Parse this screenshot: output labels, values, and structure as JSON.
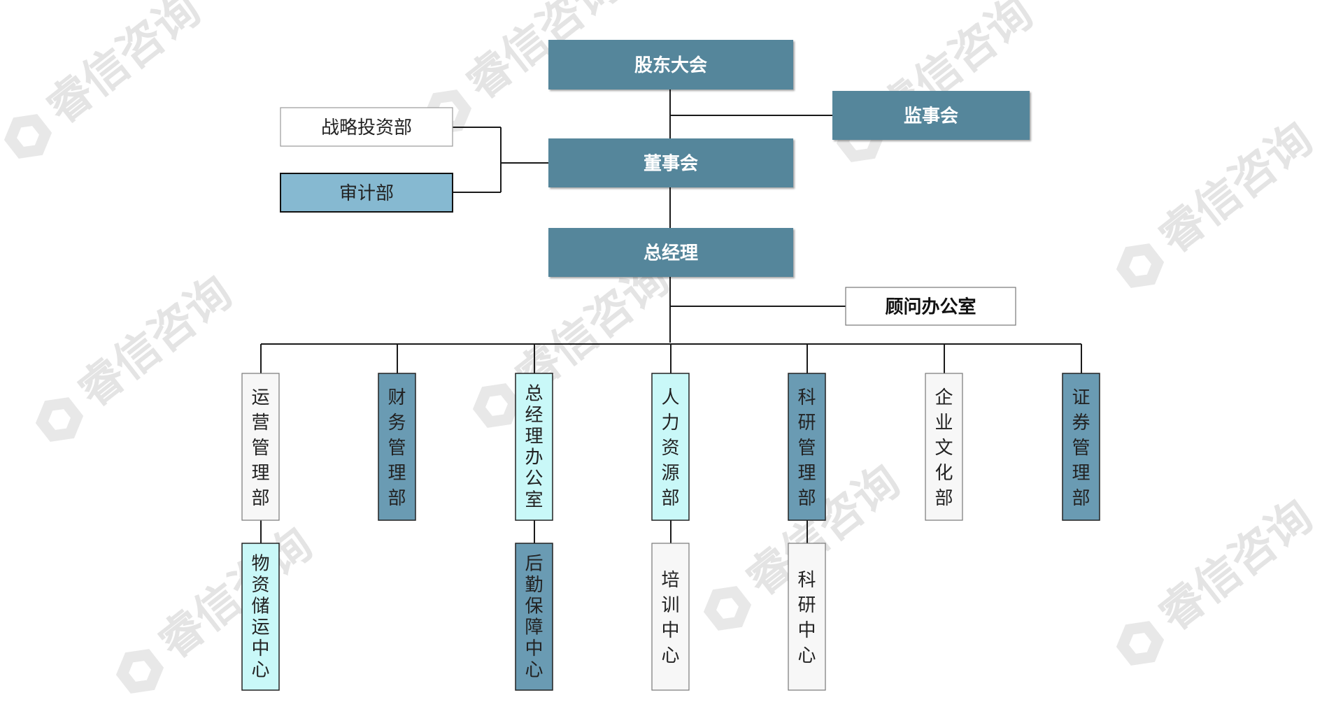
{
  "watermark": {
    "text": "睿信咨询",
    "color": "#e4e4e4"
  },
  "colors": {
    "dark_teal": "#55869b",
    "light_blue": "#86b9d1",
    "steel_blue": "#6a9bb3",
    "pale_cyan": "#c9f8f8",
    "light_gray": "#f7f7f7",
    "white": "#ffffff",
    "line": "#1a1a1a"
  },
  "nodes": {
    "shareholders_meeting": {
      "label": "股东大会",
      "fill": "dark_teal",
      "text_color": "#ffffff"
    },
    "supervisory_board": {
      "label": "监事会",
      "fill": "dark_teal",
      "text_color": "#ffffff"
    },
    "board_of_directors": {
      "label": "董事会",
      "fill": "dark_teal",
      "text_color": "#ffffff"
    },
    "strategic_investment_dept": {
      "label": "战略投资部",
      "fill": "white",
      "text_color": "#222222"
    },
    "audit_dept": {
      "label": "审计部",
      "fill": "light_blue",
      "text_color": "#222222"
    },
    "general_manager": {
      "label": "总经理",
      "fill": "dark_teal",
      "text_color": "#ffffff"
    },
    "advisor_office": {
      "label": "顾问办公室",
      "fill": "white",
      "text_color": "#111111"
    },
    "operations_mgmt_dept": {
      "label": "运营管理部",
      "fill": "light_gray",
      "text_color": "#222222"
    },
    "finance_mgmt_dept": {
      "label": "财务管理部",
      "fill": "steel_blue",
      "text_color": "#222222"
    },
    "gm_office": {
      "label": "总经理办公室",
      "fill": "pale_cyan",
      "text_color": "#222222"
    },
    "hr_dept": {
      "label": "人力资源部",
      "fill": "pale_cyan",
      "text_color": "#222222"
    },
    "research_mgmt_dept": {
      "label": "科研管理部",
      "fill": "steel_blue",
      "text_color": "#222222"
    },
    "corporate_culture_dept": {
      "label": "企业文化部",
      "fill": "light_gray",
      "text_color": "#222222"
    },
    "securities_mgmt_dept": {
      "label": "证券管理部",
      "fill": "steel_blue",
      "text_color": "#222222"
    },
    "materials_storage_center": {
      "label": "物资储运中心",
      "fill": "pale_cyan",
      "text_color": "#222222"
    },
    "logistics_support_center": {
      "label": "后勤保障中心",
      "fill": "steel_blue",
      "text_color": "#222222"
    },
    "training_center": {
      "label": "培训中心",
      "fill": "light_gray",
      "text_color": "#222222"
    },
    "research_center": {
      "label": "科研中心",
      "fill": "light_gray",
      "text_color": "#222222"
    }
  }
}
